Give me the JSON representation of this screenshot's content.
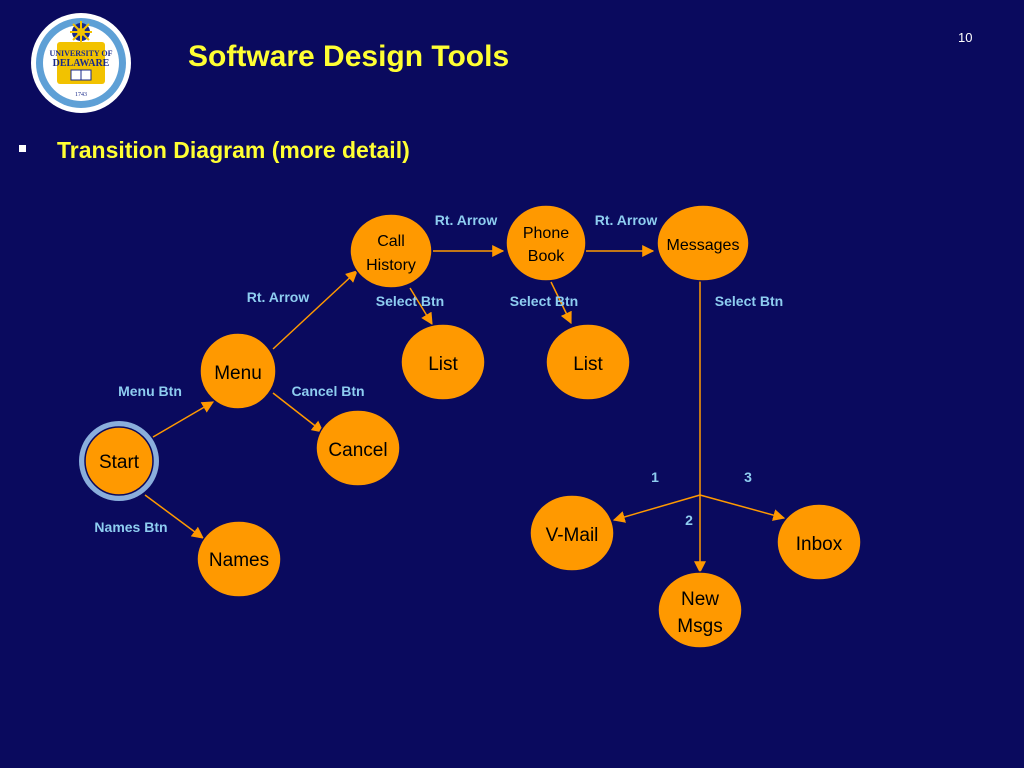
{
  "slide": {
    "title": "Software Design Tools",
    "page_number": "10",
    "bullet": "Transition Diagram (more detail)"
  },
  "logo": {
    "text_line1": "UNIVERSITY OF",
    "text_line2": "DELAWARE",
    "year": "1743"
  },
  "colors": {
    "background": "#0a0a5e",
    "title": "#ffff33",
    "node_fill": "#ff9900",
    "edge": "#ff9900",
    "edge_label": "#8ecdf0",
    "start_ring": "#8aaedc"
  },
  "nodes": {
    "start": "Start",
    "menu": "Menu",
    "names": "Names",
    "cancel": "Cancel",
    "call_history": [
      "Call",
      "History"
    ],
    "list1": "List",
    "phone_book": [
      "Phone",
      "Book"
    ],
    "list2": "List",
    "messages": "Messages",
    "vmail": "V-Mail",
    "new_msgs": [
      "New",
      "Msgs"
    ],
    "inbox": "Inbox"
  },
  "edge_labels": {
    "menu_btn": "Menu Btn",
    "names_btn": "Names Btn",
    "cancel_btn": "Cancel Btn",
    "rt_arrow_menu": "Rt. Arrow",
    "rt_arrow_call": "Rt. Arrow",
    "rt_arrow_phone": "Rt. Arrow",
    "select_btn_call": "Select Btn",
    "select_btn_phone": "Select Btn",
    "select_btn_messages": "Select Btn",
    "opt1": "1",
    "opt2": "2",
    "opt3": "3"
  }
}
